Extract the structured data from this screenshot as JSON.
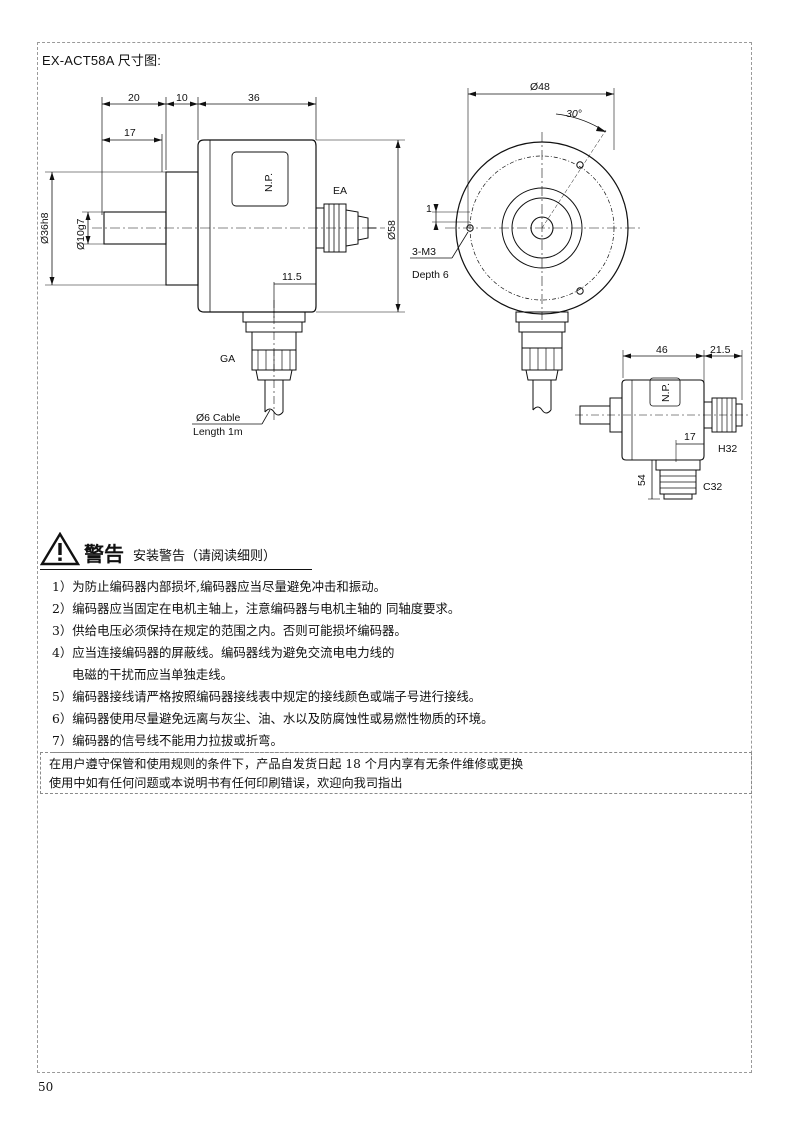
{
  "document": {
    "title": "EX-ACT58A 尺寸图:",
    "page_number": "50"
  },
  "drawing": {
    "side_view": {
      "dim_top_1": "20",
      "dim_top_2": "10",
      "dim_top_3": "36",
      "dim_17": "17",
      "dim_shaft_outer": "Ø36h8",
      "dim_shaft_inner": "Ø10g7",
      "dim_body": "Ø58",
      "dim_11_5": "11.5",
      "np_label": "N.P.",
      "ea_label": "EA",
      "ga_label": "GA",
      "cable_label": "Ø6 Cable",
      "cable_length": "Length 1m"
    },
    "front_view": {
      "dim_diameter": "Ø48",
      "dim_angle": "30°",
      "dim_1": "1",
      "holes_label": "3-M3",
      "depth_label": "Depth 6"
    },
    "small_view": {
      "dim_46": "46",
      "dim_21_5": "21.5",
      "np_label": "N.P.",
      "dim_17": "17",
      "dim_54": "54",
      "h32_label": "H32",
      "c32_label": "C32"
    }
  },
  "warning": {
    "title": "警告",
    "subtitle": "安装警告（请阅读细则）",
    "items": [
      "1）为防止编码器内部损坏,编码器应当尽量避免冲击和振动。",
      "2）编码器应当固定在电机主轴上，注意编码器与电机主轴的 同轴度要求。",
      "3）供给电压必须保持在规定的范围之内。否则可能损坏编码器。",
      "4）应当连接编码器的屏蔽线。编码器线为避免交流电电力线的",
      "电磁的干扰而应当单独走线。",
      "5）编码器接线请严格按照编码器接线表中规定的接线颜色或端子号进行接线。",
      "6）编码器使用尽量避免远离与灰尘、油、水以及防腐蚀性或易燃性物质的环境。",
      "7）编码器的信号线不能用力拉拔或折弯。"
    ]
  },
  "notice": {
    "line1": "在用户遵守保管和使用规则的条件下，产品自发货日起 18 个月内享有无条件维修或更换",
    "line2": "使用中如有任何问题或本说明书有任何印刷错误，欢迎向我司指出"
  }
}
